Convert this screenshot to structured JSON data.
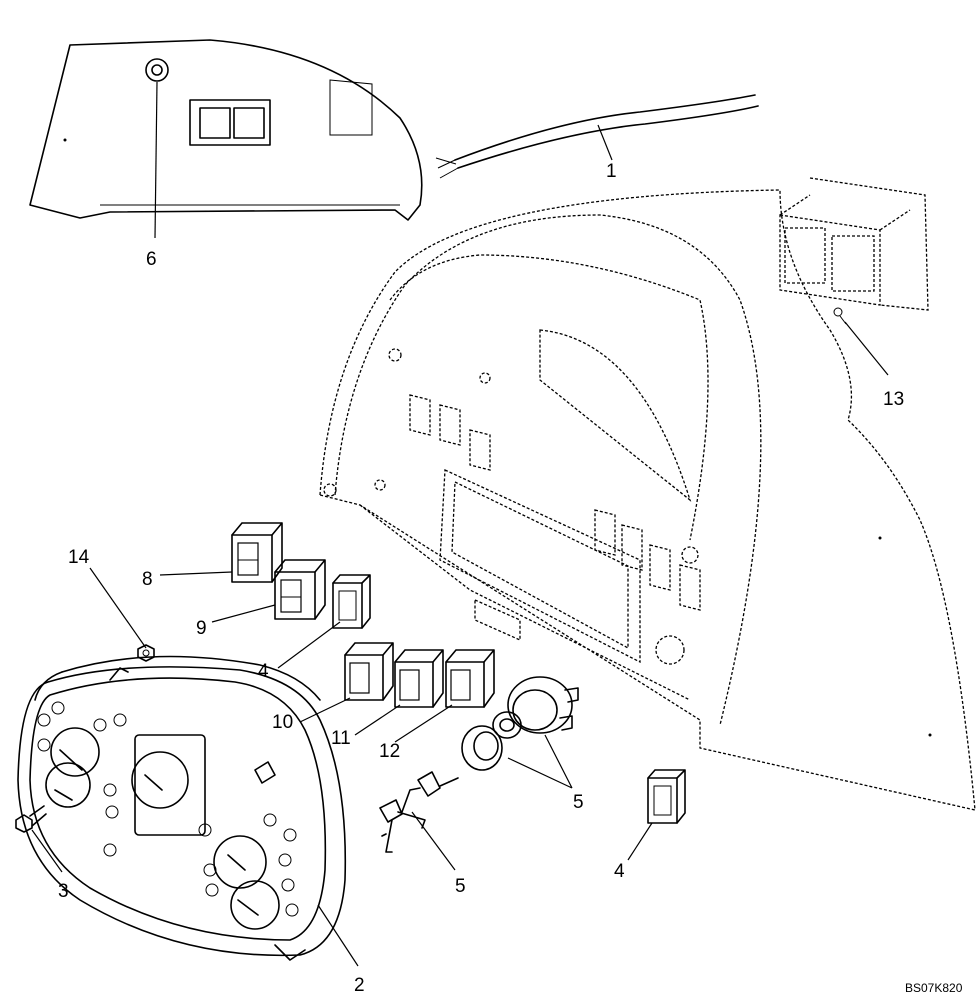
{
  "drawing_code": "BS07K820",
  "callouts": {
    "c1": "1",
    "c2": "2",
    "c3": "3",
    "c4a": "4",
    "c4b": "4",
    "c5a": "5",
    "c5b": "5",
    "c6": "6",
    "c8": "8",
    "c9": "9",
    "c10": "10",
    "c11": "11",
    "c12": "12",
    "c13": "13",
    "c14": "14"
  }
}
